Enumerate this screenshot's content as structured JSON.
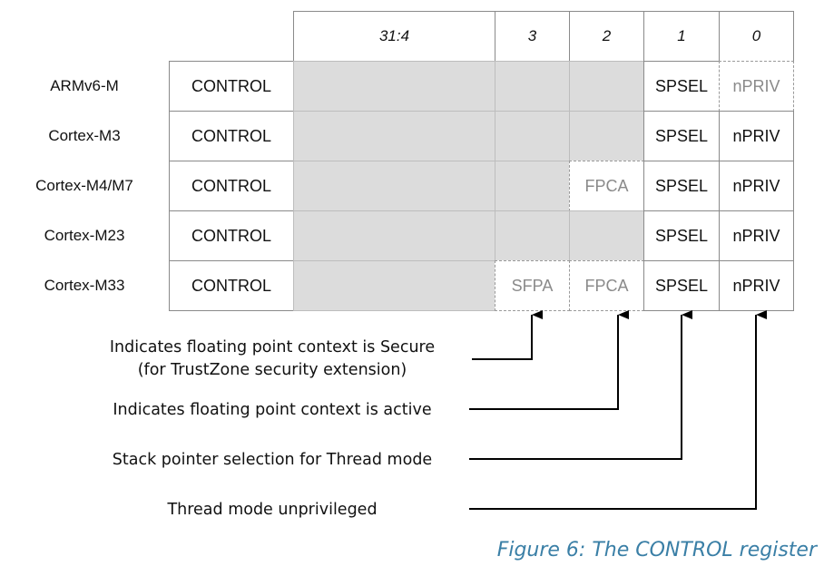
{
  "header": {
    "bits": [
      "31:4",
      "3",
      "2",
      "1",
      "0"
    ]
  },
  "rows": [
    {
      "label": "ARMv6-M",
      "register": "CONTROL",
      "bit3": "",
      "bit2": "",
      "bit1": "SPSEL",
      "bit0": "nPRIV"
    },
    {
      "label": "Cortex-M3",
      "register": "CONTROL",
      "bit3": "",
      "bit2": "",
      "bit1": "SPSEL",
      "bit0": "nPRIV"
    },
    {
      "label": "Cortex-M4/M7",
      "register": "CONTROL",
      "bit3": "",
      "bit2": "FPCA",
      "bit1": "SPSEL",
      "bit0": "nPRIV"
    },
    {
      "label": "Cortex-M23",
      "register": "CONTROL",
      "bit3": "",
      "bit2": "",
      "bit1": "SPSEL",
      "bit0": "nPRIV"
    },
    {
      "label": "Cortex-M33",
      "register": "CONTROL",
      "bit3": "SFPA",
      "bit2": "FPCA",
      "bit1": "SPSEL",
      "bit0": "nPRIV"
    }
  ],
  "legend": {
    "sfpa_line1": "Indicates floating point context is Secure",
    "sfpa_line2": "(for TrustZone security extension)",
    "fpca": "Indicates floating point context is active",
    "spsel": "Stack pointer selection for Thread mode",
    "npriv": "Thread mode unprivileged"
  },
  "caption": "Figure 6: The CONTROL register"
}
